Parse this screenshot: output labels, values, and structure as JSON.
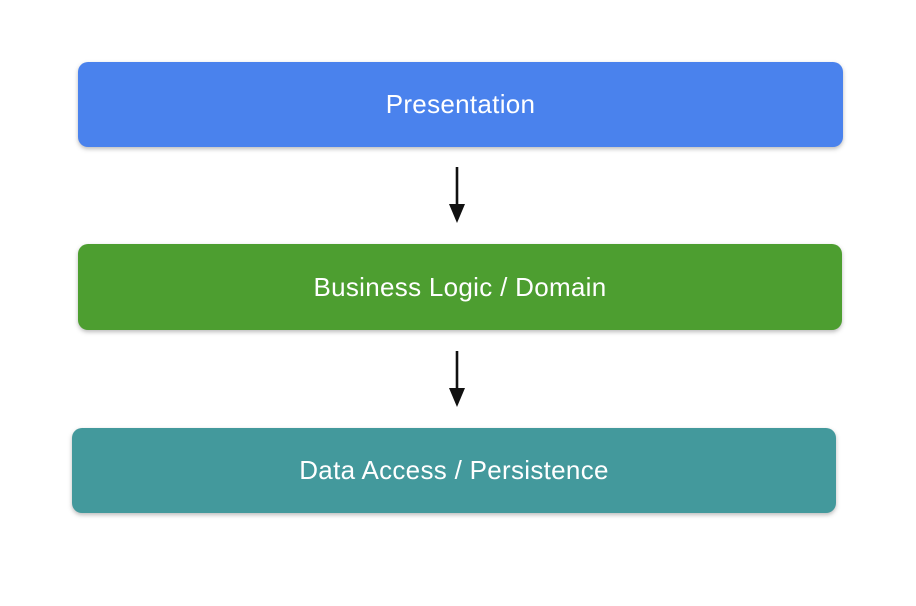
{
  "page": {
    "background": "#ffffff",
    "text_color": "#ffffff"
  },
  "diagram": {
    "title": "",
    "type": "layered-architecture-flow",
    "layers": [
      {
        "label": "Presentation",
        "color": "#4a82ed"
      },
      {
        "label": "Business Logic / Domain",
        "color": "#4d9e30"
      },
      {
        "label": "Data Access / Persistence",
        "color": "#43999c"
      }
    ],
    "arrows": [
      {
        "from": "Presentation",
        "to": "Business Logic / Domain"
      },
      {
        "from": "Business Logic / Domain",
        "to": "Data Access / Persistence"
      }
    ],
    "arrow_color": "#111111"
  }
}
